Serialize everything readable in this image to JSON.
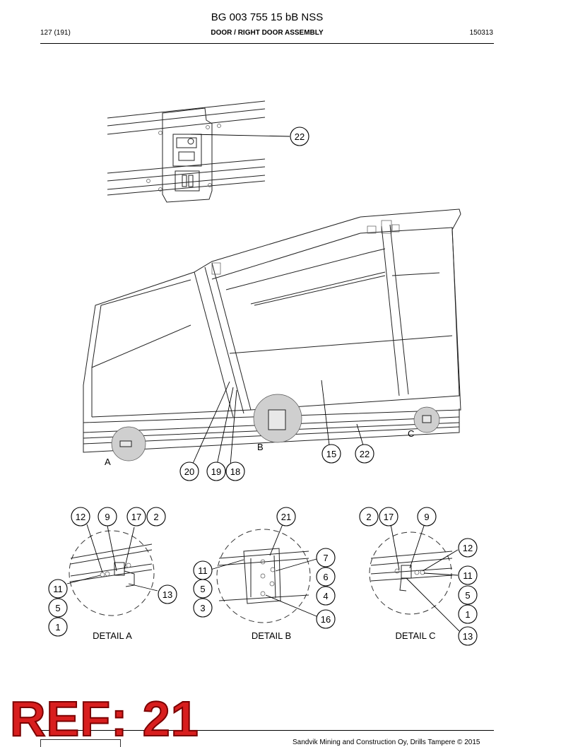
{
  "header": {
    "doc_id": "BG 003 755 15 bB NSS",
    "page": "127 (191)",
    "section": "DOOR / RIGHT DOOR ASSEMBLY",
    "code": "150313"
  },
  "callouts": {
    "c1": "1",
    "c2": "2",
    "c3": "3",
    "c4": "4",
    "c5": "5",
    "c6": "6",
    "c7": "7",
    "c9": "9",
    "c11": "11",
    "c12": "12",
    "c13": "13",
    "c15": "15",
    "c16": "16",
    "c17": "17",
    "c18": "18",
    "c19": "19",
    "c20": "20",
    "c21": "21",
    "c22": "22"
  },
  "view_letters": {
    "a": "A",
    "b": "B",
    "c": "C"
  },
  "details": {
    "a": "DETAIL A",
    "b": "DETAIL B",
    "c": "DETAIL C"
  },
  "footer": {
    "copyright": "Sandvik Mining and Construction Oy, Drills Tampere © 2015"
  },
  "stamp": {
    "ref": "REF: 21"
  }
}
